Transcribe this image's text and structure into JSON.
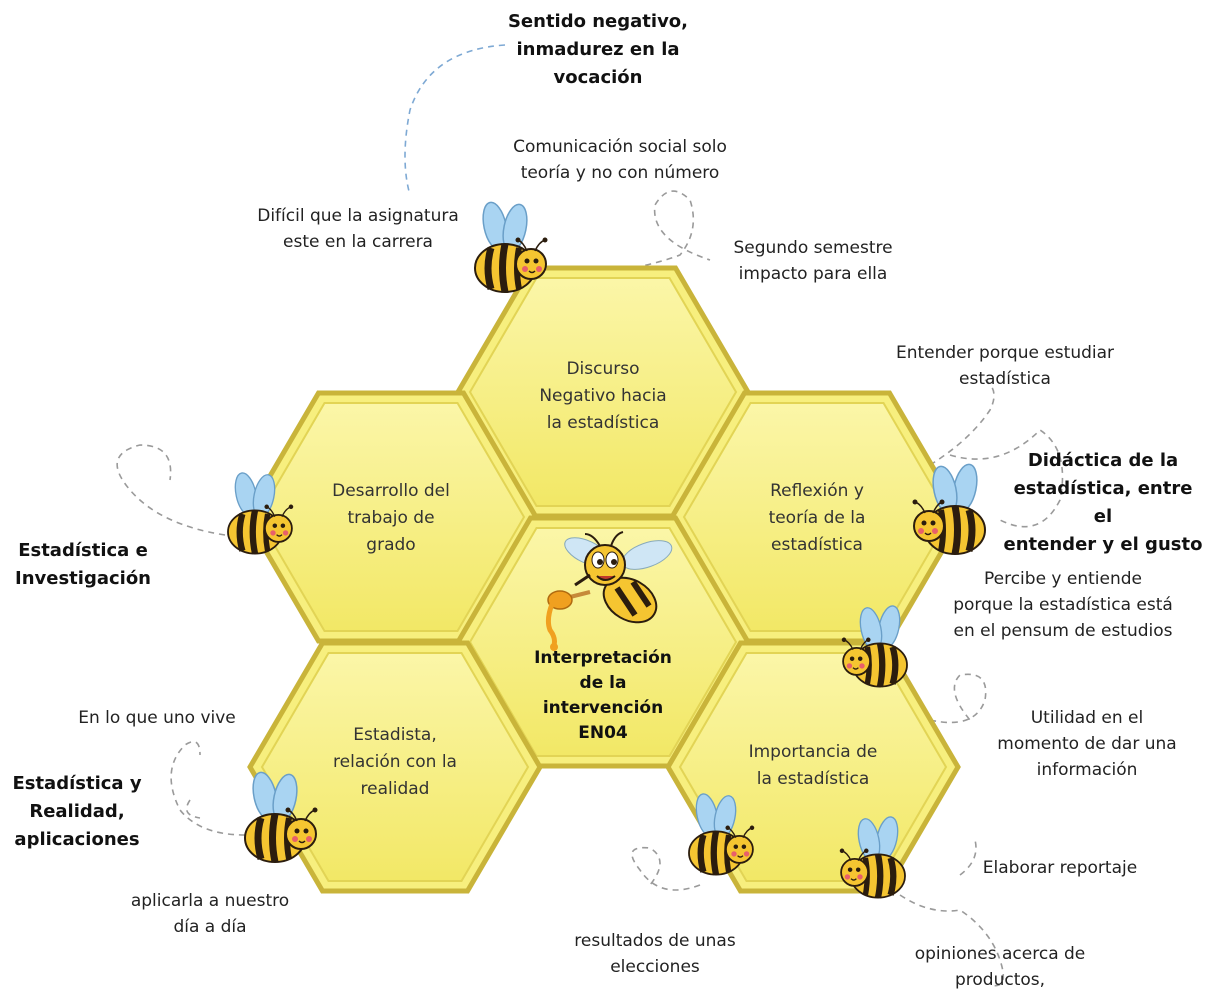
{
  "hexagons": [
    {
      "id": "top",
      "label": "Discurso\nNegativo hacia\nla estadística"
    },
    {
      "id": "upper-left",
      "label": "Desarrollo del\ntrabajo de\ngrado"
    },
    {
      "id": "upper-right",
      "label": "Reflexión y\nteoría de la\nestadística"
    },
    {
      "id": "center",
      "label": "Interpretación\nde la\nintervención\nEN04"
    },
    {
      "id": "lower-left",
      "label": "Estadista,\nrelación con la\nrealidad"
    },
    {
      "id": "lower-right",
      "label": "Importancia de\nla estadística"
    }
  ],
  "annotations": {
    "sentido_negativo": "Sentido negativo,\ninmadurez en la\nvocación",
    "comunicacion_social": "Comunicación social solo\nteoría y no con número",
    "dificil_asignatura": "Difícil que la asignatura\neste en la carrera",
    "segundo_semestre": "Segundo semestre\nimpacto para ella",
    "entender_porque": "Entender porque estudiar\nestadística",
    "didactica": "Didáctica de la\nestadística, entre el\nentender y el gusto",
    "estadistica_investigacion": "Estadística e\nInvestigación",
    "percibe": "Percibe y entiende\nporque  la estadística está\nen el pensum de estudios",
    "utilidad": "Utilidad en el\nmomento de dar una\ninformación",
    "en_lo_que_vive": "En lo que uno vive",
    "estadistica_realidad": "Estadística y\nRealidad,\naplicaciones",
    "aplicarla": "aplicarla a nuestro\ndía a día",
    "elaborar_reportaje": "Elaborar reportaje",
    "resultados_elecciones": "resultados de unas\nelecciones",
    "opiniones": "opiniones acerca de\nproductos,"
  },
  "colors": {
    "hex_fill": "#f7ef7e",
    "hex_inner": "#faf59c",
    "hex_border": "#c9b43a",
    "bee_yellow": "#f5c531",
    "bee_stripe": "#2b1d0e",
    "wing": "#a9d4f2",
    "dash": "#9a9a9a"
  },
  "icons": [
    "bee-icon",
    "cartoon-bee-icon",
    "honey-dipper-icon"
  ]
}
